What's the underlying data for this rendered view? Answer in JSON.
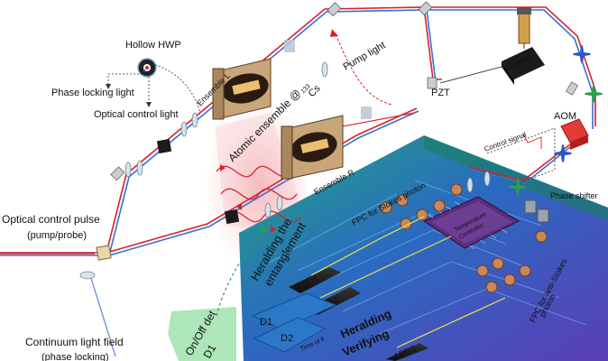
{
  "labels": {
    "hollow_hwp": "Hollow HWP",
    "phase_locking_light": "Phase locking light",
    "optical_control_light": "Optical control light",
    "ensemble_l": "Ensemble L",
    "atomic_ensemble": "Atomic ensemble @",
    "isotope": "133",
    "element": "Cs",
    "pump_light": "Pump light",
    "pzt": "PZT",
    "feedback": "Feedback",
    "aom": "AOM",
    "control_signal": "Control signal",
    "ensemble_r": "Ensemble R",
    "phase_shifter": "Phase shifter",
    "fpc_stokes": "FPC for Stokes photon",
    "fpc_anti_stokes_1": "FPC for anti-Stokes",
    "fpc_anti_stokes_2": "photon",
    "temperature_controller_1": "Temperature",
    "temperature_controller_2": "Controller",
    "optical_control_pulse": "Optical control pulse",
    "pump_probe": "(pump/probe)",
    "heralding_the": "Heralding the",
    "entanglement": "entanglement",
    "apd1": "APD1",
    "apd2": "APD2",
    "apd3": "APD3",
    "heralding": "Heralding",
    "verifying": "Verifying",
    "d1": "D1",
    "d2": "D2",
    "time_of_flight": "Time of fl",
    "on_off_det_1": "On/Off det",
    "on_off_det_2": "D1",
    "continuum_light_1": "Continuum light field",
    "continuum_light_2": "(phase locking)"
  },
  "colors": {
    "beam_red": "#d8202a",
    "beam_blue": "#3b6fd1",
    "green_board": "#1f9e72",
    "blue_board": "#2d4fb8",
    "purple_board": "#6b3fb8",
    "glow": "#f4a9ad",
    "chip": "#5a2f78",
    "aom_red": "#e53935"
  }
}
